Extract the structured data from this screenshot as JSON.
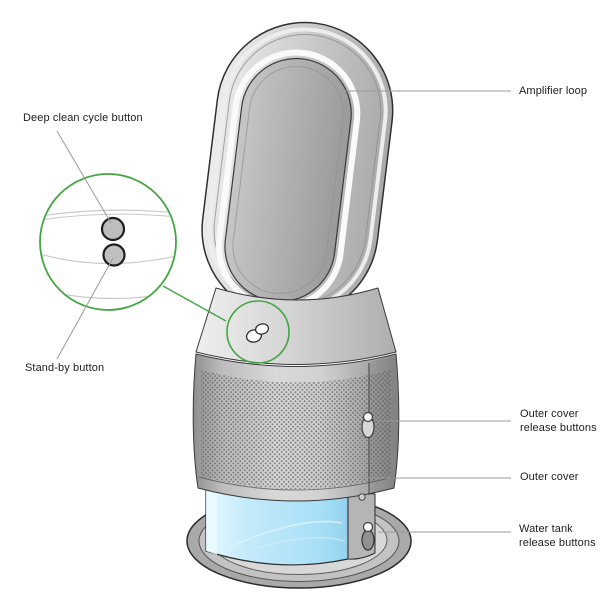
{
  "diagram": {
    "kind": "product-parts-diagram",
    "labels": {
      "amplifier_loop": "Amplifier loop",
      "deep_clean": "Deep clean cycle button",
      "standby": "Stand-by button",
      "outer_cover_release": "Outer cover release buttons",
      "outer_cover": "Outer cover",
      "water_tank_release": "Water tank release buttons"
    },
    "colors": {
      "annotation_green": "#43a643",
      "leader_line": "#9b9b9b",
      "text": "#1e1e1e",
      "water_tank_blue": "#b5e6f9",
      "body_gray": "#c9c9c9"
    }
  }
}
